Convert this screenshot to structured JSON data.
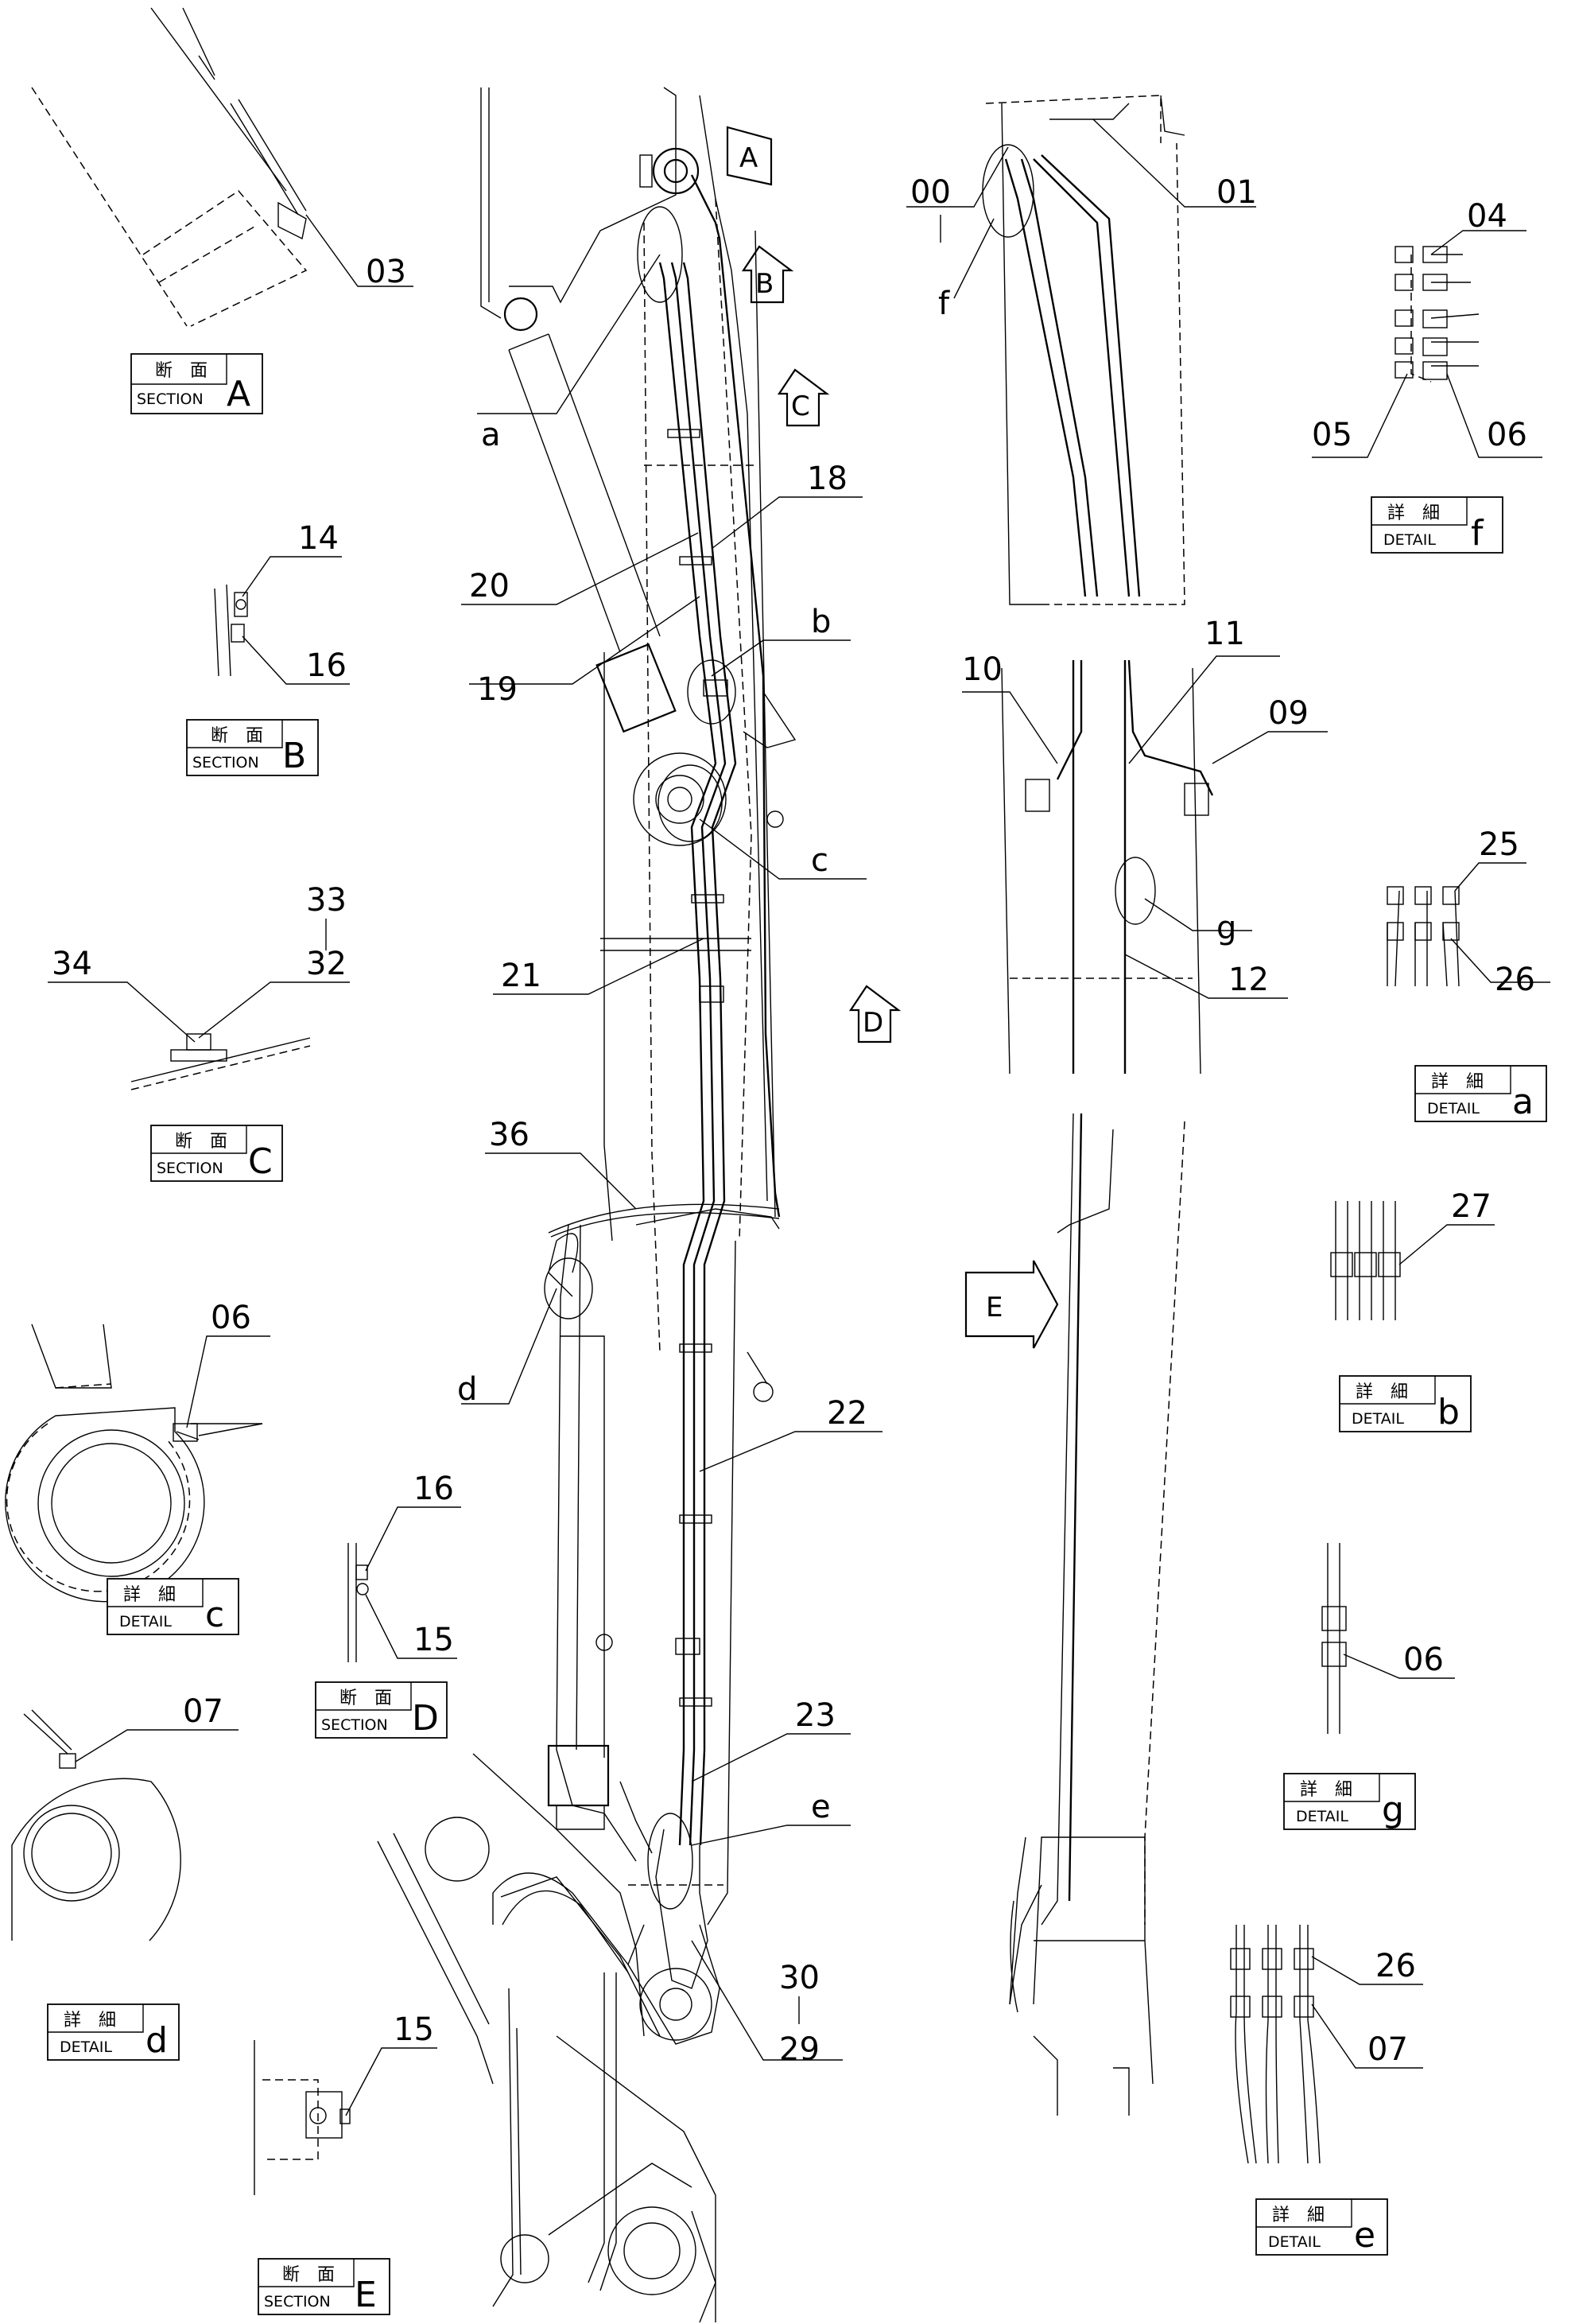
{
  "callouts": [
    "00",
    "01",
    "03",
    "04",
    "05",
    "06",
    "07",
    "09",
    "10",
    "11",
    "12",
    "14",
    "15",
    "16",
    "18",
    "19",
    "20",
    "21",
    "22",
    "23",
    "25",
    "26",
    "27",
    "29",
    "30",
    "32",
    "33",
    "34",
    "36",
    "a",
    "b",
    "c",
    "d",
    "e",
    "f",
    "g"
  ],
  "view_arrows": [
    "A",
    "B",
    "C",
    "D",
    "E"
  ],
  "section_labels": [
    {
      "jp": "断　面",
      "en": "SECTION",
      "letter": "A"
    },
    {
      "jp": "断　面",
      "en": "SECTION",
      "letter": "B"
    },
    {
      "jp": "断　面",
      "en": "SECTION",
      "letter": "C"
    },
    {
      "jp": "断　面",
      "en": "SECTION",
      "letter": "D"
    },
    {
      "jp": "断　面",
      "en": "SECTION",
      "letter": "E"
    }
  ],
  "detail_labels": [
    {
      "jp": "詳　細",
      "en": "DETAIL",
      "letter": "f"
    },
    {
      "jp": "詳　細",
      "en": "DETAIL",
      "letter": "a"
    },
    {
      "jp": "詳　細",
      "en": "DETAIL",
      "letter": "b"
    },
    {
      "jp": "詳　細",
      "en": "DETAIL",
      "letter": "c"
    },
    {
      "jp": "詳　細",
      "en": "DETAIL",
      "letter": "d"
    },
    {
      "jp": "詳　細",
      "en": "DETAIL",
      "letter": "g"
    },
    {
      "jp": "詳　細",
      "en": "DETAIL",
      "letter": "e"
    }
  ]
}
